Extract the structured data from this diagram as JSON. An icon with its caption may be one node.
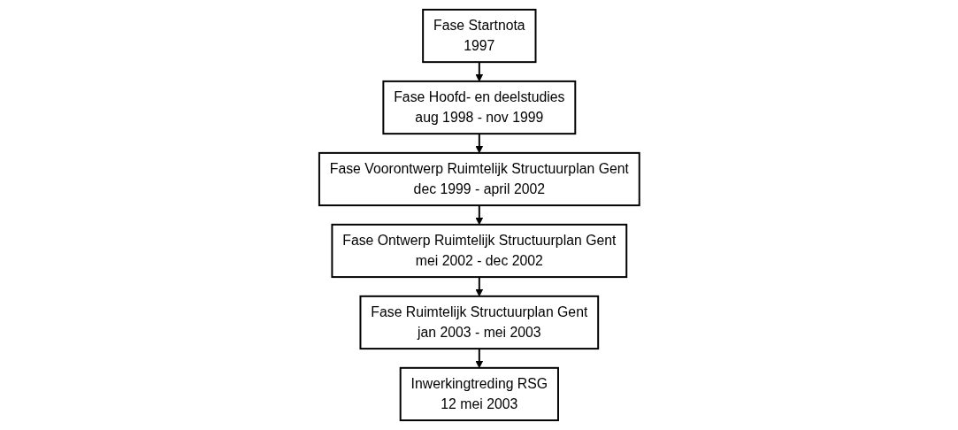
{
  "diagram": {
    "nodes": [
      {
        "text": [
          "Fase Startnota",
          "1997"
        ]
      },
      {
        "text": [
          "Fase Hoofd- en deelstudies",
          "aug 1998 - nov 1999"
        ]
      },
      {
        "text": [
          "Fase Voorontwerp Ruimtelijk Structuurplan Gent",
          "dec 1999 - april 2002"
        ]
      },
      {
        "text": [
          "Fase Ontwerp Ruimtelijk Structuurplan Gent",
          "mei 2002 - dec 2002"
        ]
      },
      {
        "text": [
          "Fase Ruimtelijk Structuurplan Gent",
          "jan 2003 - mei 2003"
        ]
      },
      {
        "text": [
          "Inwerkingtreding RSG",
          "12 mei 2003"
        ]
      }
    ],
    "edges": [
      {
        "from": 0,
        "to": 1,
        "arrow": "to"
      },
      {
        "from": 1,
        "to": 2,
        "arrow": "to"
      },
      {
        "from": 2,
        "to": 3,
        "arrow": "to"
      },
      {
        "from": 3,
        "to": 4,
        "arrow": "to"
      },
      {
        "from": 4,
        "to": 5,
        "arrow": "to"
      }
    ]
  }
}
